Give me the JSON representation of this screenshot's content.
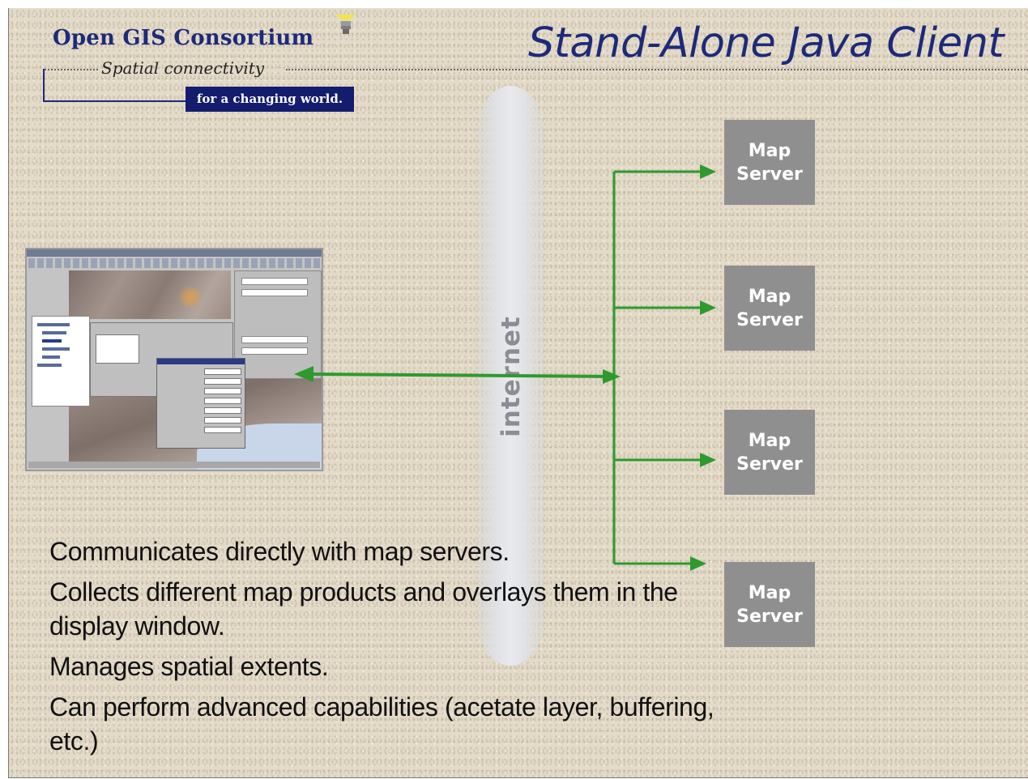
{
  "logo": {
    "organization": "Open GIS Consortium",
    "tagline": "Spatial connectivity",
    "slogan": "for a changing world."
  },
  "slide": {
    "title": "Stand-Alone Java Client"
  },
  "network": {
    "label": "internet"
  },
  "servers": [
    {
      "label": "Map\nServer"
    },
    {
      "label": "Map\nServer"
    },
    {
      "label": "Map\nServer"
    },
    {
      "label": "Map\nServer"
    }
  ],
  "bullets": [
    "Communicates directly with map servers.",
    "Collects different map products and overlays them in the display window.",
    "Manages spatial extents.",
    "Can perform advanced capabilities (acetate layer, buffering, etc.)"
  ],
  "colors": {
    "background": "#e3dac8",
    "title": "#1d2a7a",
    "arrow": "#2e9a2e",
    "server_box": "#8f8f8f",
    "logo_box": "#141c6e"
  }
}
